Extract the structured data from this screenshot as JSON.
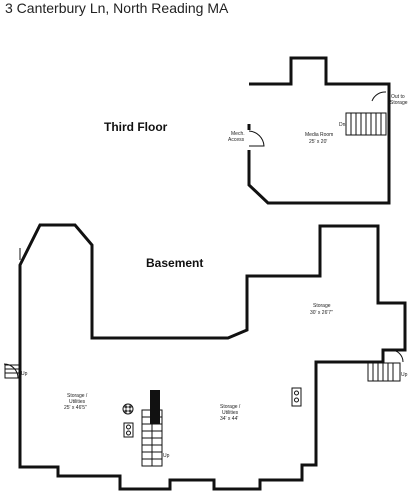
{
  "address": "3 Canterbury Ln, North Reading MA",
  "floors": [
    {
      "id": "third",
      "title": "Third Floor",
      "rooms": [
        {
          "name": "Media Room",
          "dims": "25' x 20'"
        }
      ],
      "notes": [
        {
          "lines": [
            "Mech.",
            "Access"
          ]
        },
        {
          "lines": [
            "Out to",
            "Storage"
          ]
        },
        {
          "lines": [
            "Dn"
          ]
        }
      ]
    },
    {
      "id": "basement",
      "title": "Basement",
      "rooms": [
        {
          "name": "Storage",
          "dims": "30' x 26'7\""
        },
        {
          "name": "Storage /",
          "name2": "Utilities",
          "dims": "25' x 46'5\""
        },
        {
          "name": "Storage /",
          "name2": "Utilities",
          "dims": "34' x 44'"
        }
      ],
      "notes": [
        {
          "lines": [
            "Up"
          ]
        },
        {
          "lines": [
            "Up"
          ]
        },
        {
          "lines": [
            "Up"
          ]
        }
      ]
    }
  ]
}
